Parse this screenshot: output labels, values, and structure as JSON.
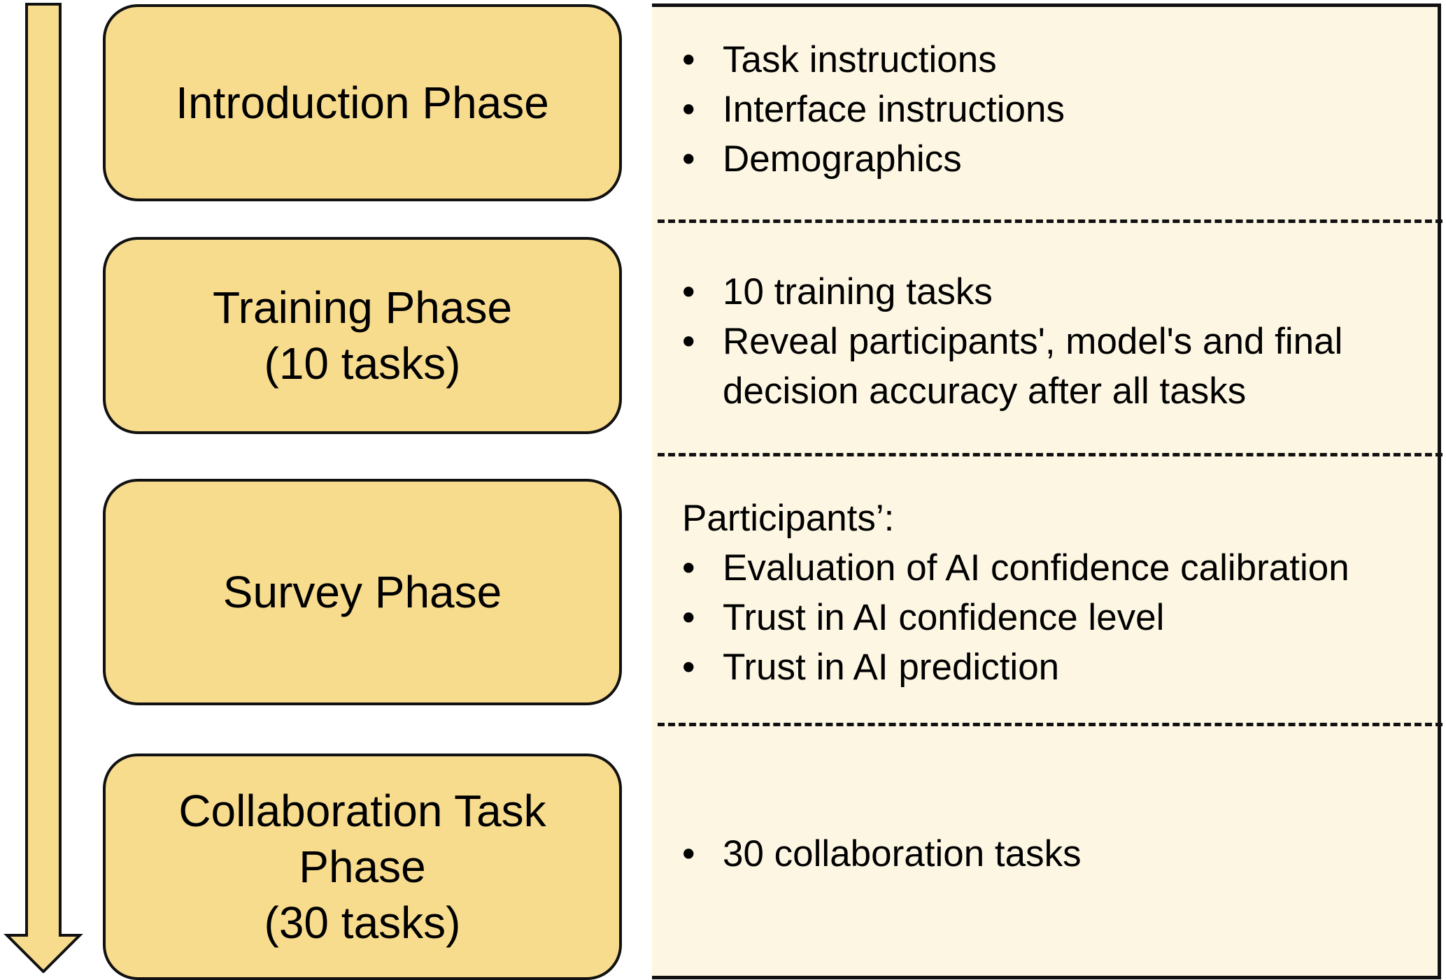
{
  "colors": {
    "phase_fill": "#f8dc8e",
    "panel_fill": "#fdf6e3",
    "stroke": "#111111"
  },
  "phases": [
    {
      "lines": [
        "Introduction Phase"
      ],
      "details": {
        "lead": "",
        "bullets": [
          "Task instructions",
          "Interface instructions",
          "Demographics"
        ]
      }
    },
    {
      "lines": [
        "Training Phase",
        "(10 tasks)"
      ],
      "details": {
        "lead": "",
        "bullets": [
          "10 training tasks",
          "Reveal participants', model's and final decision accuracy after all tasks"
        ]
      }
    },
    {
      "lines": [
        "Survey Phase"
      ],
      "details": {
        "lead": "Participants’:",
        "bullets": [
          "Evaluation of AI confidence calibration",
          "Trust in AI confidence level",
          "Trust in AI prediction"
        ]
      }
    },
    {
      "lines": [
        "Collaboration Task",
        "Phase",
        "(30 tasks)"
      ],
      "details": {
        "lead": "",
        "bullets": [
          "30 collaboration tasks"
        ]
      }
    }
  ],
  "bullet_symbol": "•"
}
